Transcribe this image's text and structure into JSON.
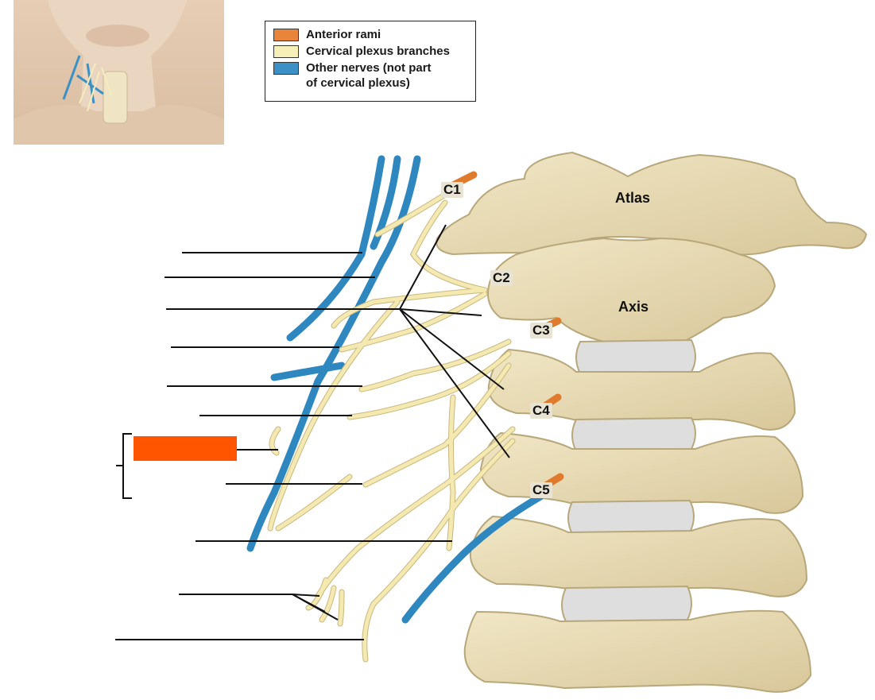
{
  "legend": {
    "items": [
      {
        "label": "Anterior rami",
        "color": "#e8853a"
      },
      {
        "label": "Cervical plexus branches",
        "color": "#f6efb8"
      },
      {
        "label": "Other nerves (not part\nof cervical plexus)",
        "color": "#3b91c6"
      }
    ]
  },
  "vertebrae": {
    "atlas": "Atlas",
    "axis": "Axis",
    "c1": "C1",
    "c2": "C2",
    "c3": "C3",
    "c4": "C4",
    "c5": "C5"
  },
  "colors": {
    "bone": "#e9dcb4",
    "bone_outline": "#b8a77a",
    "disc": "#dcdcdc",
    "nerve_plexus": "#f4e9b0",
    "nerve_other": "#2f87c0",
    "nerve_rami": "#e07a2c",
    "redaction": "#ff5500",
    "leader": "#111111"
  },
  "icons": {
    "thumbnail": "neck-anatomy-thumbnail",
    "bracket": "group-bracket"
  }
}
